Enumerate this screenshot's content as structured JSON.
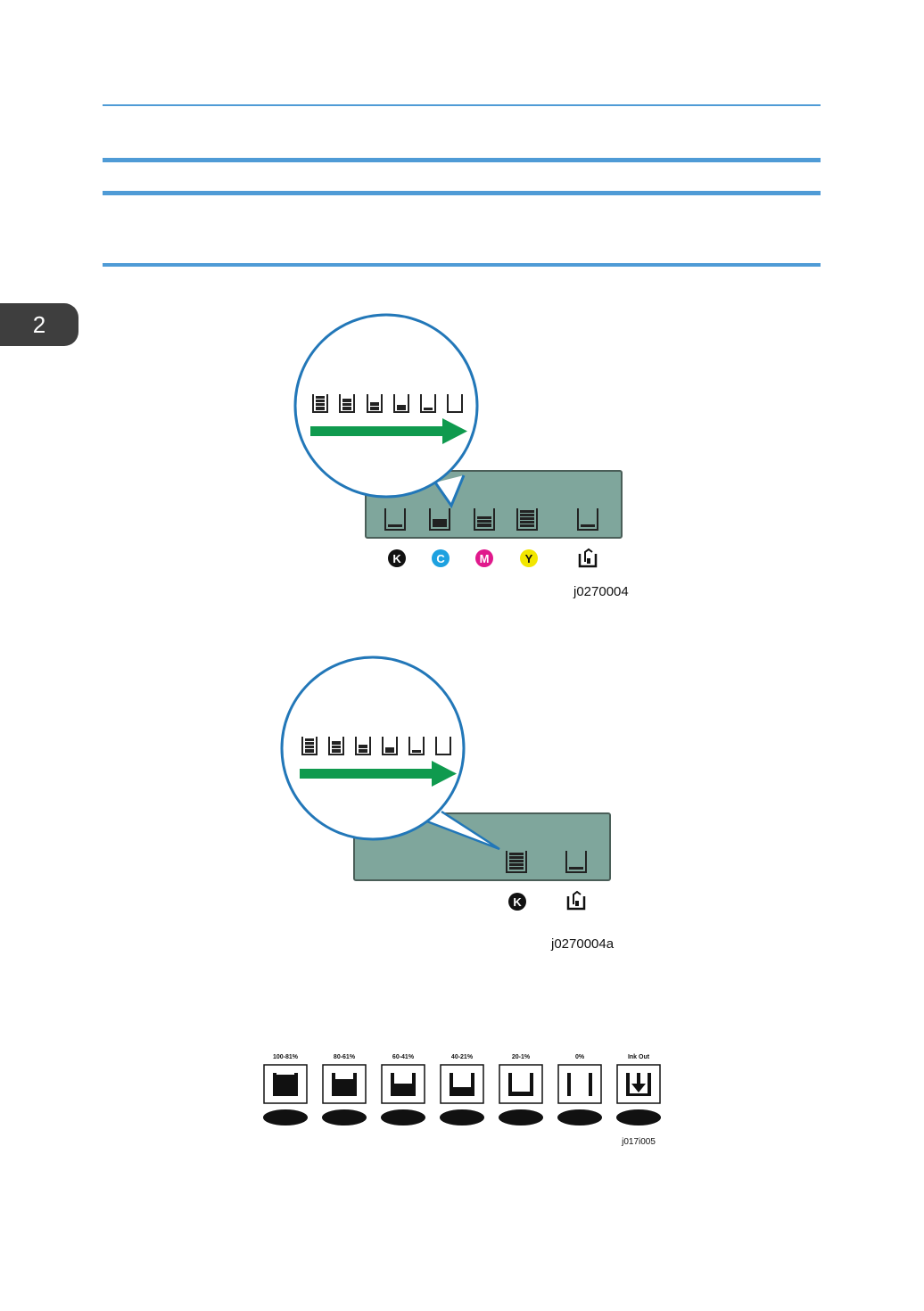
{
  "chapter": {
    "number": "2"
  },
  "figure1": {
    "caption": "j0270004",
    "colors": [
      "K",
      "C",
      "M",
      "Y"
    ],
    "color_hex": {
      "K": "#111111",
      "C": "#1da1e0",
      "M": "#e0198c",
      "Y": "#f2e600"
    },
    "arrow_color": "#0f9a4e",
    "panel_color": "#7fa69c"
  },
  "figure2": {
    "caption": "j0270004a",
    "colors": [
      "K"
    ]
  },
  "figure3": {
    "caption": "j017i005",
    "levels": [
      {
        "label": "100-81%",
        "fill": 1.0
      },
      {
        "label": "80-61%",
        "fill": 0.8
      },
      {
        "label": "60-41%",
        "fill": 0.6
      },
      {
        "label": "40-21%",
        "fill": 0.4
      },
      {
        "label": "20-1%",
        "fill": 0.2
      },
      {
        "label": "0%",
        "fill": 0
      },
      {
        "label": "Ink Out",
        "fill": 0
      }
    ]
  }
}
